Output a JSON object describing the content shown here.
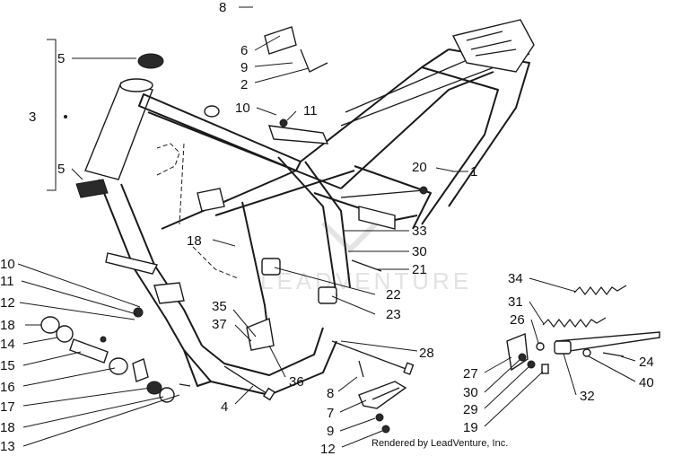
{
  "watermark": "LEADVENTURE",
  "credit": "Rendered by LeadVenture, Inc.",
  "callouts": {
    "c8_top": "8",
    "c6": "6",
    "c9_top": "9",
    "c2": "2",
    "c10_top": "10",
    "c11_top": "11",
    "c5_top": "5",
    "c3": "3",
    "c5_mid": "5",
    "c20": "20",
    "c1": "1",
    "c18_mid": "18",
    "c33": "33",
    "c30_mid": "30",
    "c21": "21",
    "c10_left": "10",
    "c11_left": "11",
    "c12_left": "12",
    "c18_left": "18",
    "c14": "14",
    "c15": "15",
    "c16": "16",
    "c17": "17",
    "c18_low": "18",
    "c13": "13",
    "c22": "22",
    "c23": "23",
    "c35": "35",
    "c37": "37",
    "c36": "36",
    "c4": "4",
    "c28": "28",
    "c8_low": "8",
    "c7": "7",
    "c9_low": "9",
    "c12_low": "12",
    "c34": "34",
    "c31": "31",
    "c26": "26",
    "c24": "24",
    "c40": "40",
    "c32": "32",
    "c27": "27",
    "c30_low": "30",
    "c29": "29",
    "c19": "19"
  }
}
